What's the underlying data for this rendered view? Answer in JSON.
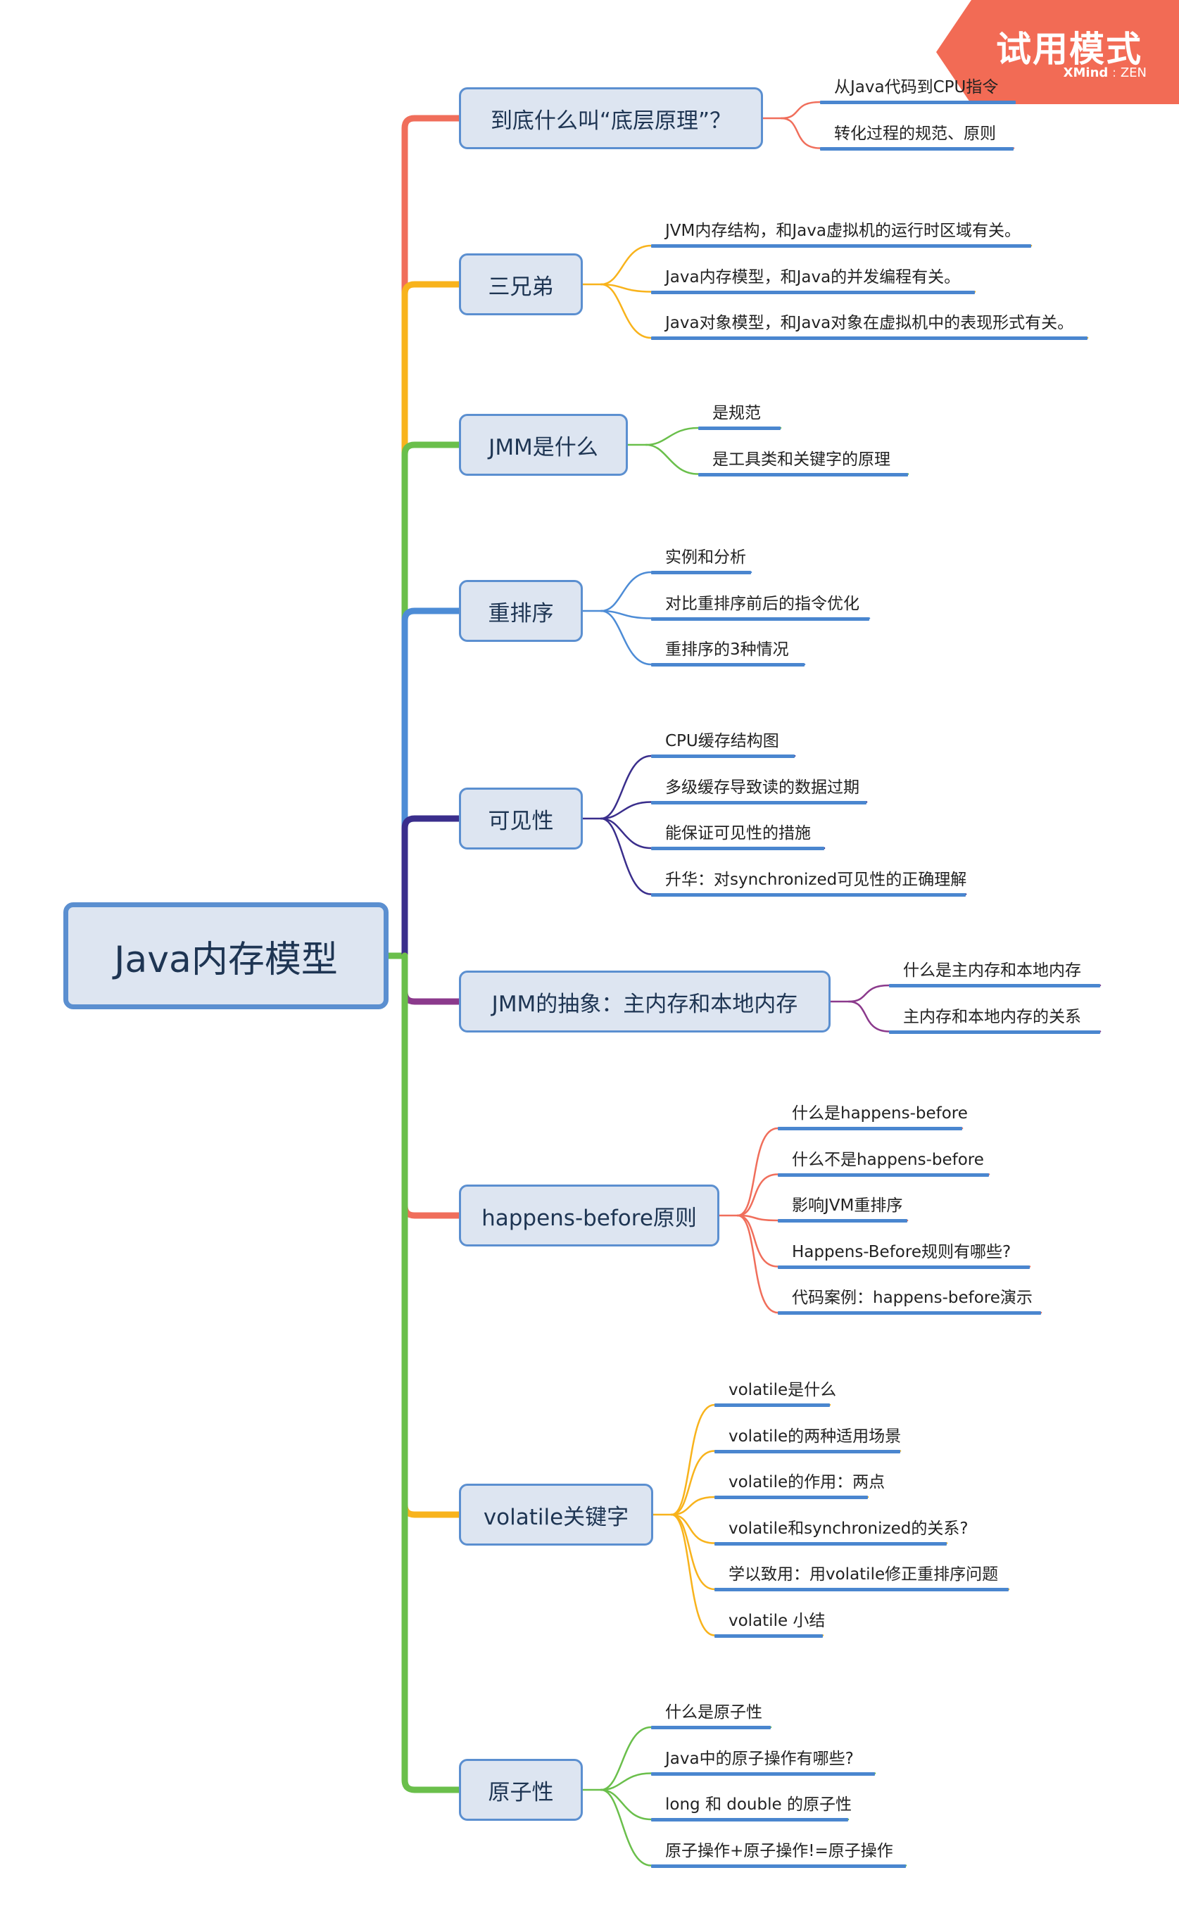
{
  "badge": {
    "label": "试用模式",
    "brand": "XMind",
    "edition": "ZEN"
  },
  "root": {
    "title": "Java内存模型"
  },
  "colors": {
    "node_fill": "#dde5f1",
    "node_border": "#5b8fd0",
    "underline": "#4a86cf"
  },
  "branches": [
    {
      "title": "到底什么叫“底层原理”？",
      "color": "#f06e5b",
      "children": [
        "从Java代码到CPU指令",
        "转化过程的规范、原则"
      ]
    },
    {
      "title": "三兄弟",
      "color": "#f8b31c",
      "children": [
        "JVM内存结构，和Java虚拟机的运行时区域有关。",
        "Java内存模型，和Java的并发编程有关。",
        "Java对象模型，和Java对象在虚拟机中的表现形式有关。"
      ]
    },
    {
      "title": "JMM是什么",
      "color": "#6abf4b",
      "children": [
        "是规范",
        "是工具类和关键字的原理"
      ]
    },
    {
      "title": "重排序",
      "color": "#4d8cd6",
      "children": [
        "实例和分析",
        "对比重排序前后的指令优化",
        "重排序的3种情况"
      ]
    },
    {
      "title": "可见性",
      "color": "#3a2e8c",
      "children": [
        "CPU缓存结构图",
        "多级缓存导致读的数据过期",
        "能保证可见性的措施",
        "升华：对synchronized可见性的正确理解"
      ]
    },
    {
      "title": "JMM的抽象：主内存和本地内存",
      "color": "#8b3a8c",
      "children": [
        "什么是主内存和本地内存",
        "主内存和本地内存的关系"
      ]
    },
    {
      "title": "happens-before原则",
      "color": "#f06e5b",
      "children": [
        "什么是happens-before",
        "什么不是happens-before",
        "影响JVM重排序",
        "Happens-Before规则有哪些?",
        "代码案例：happens-before演示"
      ]
    },
    {
      "title": "volatile关键字",
      "color": "#f8b31c",
      "children": [
        "volatile是什么",
        "volatile的两种适用场景",
        "volatile的作用：两点",
        "volatile和synchronized的关系?",
        "学以致用：用volatile修正重排序问题",
        "volatile 小结"
      ]
    },
    {
      "title": "原子性",
      "color": "#6abf4b",
      "children": [
        "什么是原子性",
        "Java中的原子操作有哪些?",
        "long 和 double 的原子性",
        "原子操作+原子操作!=原子操作"
      ]
    }
  ]
}
